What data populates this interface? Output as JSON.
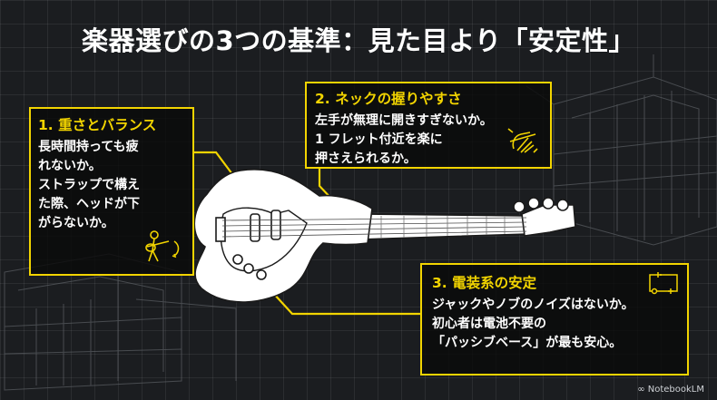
{
  "title": "楽器選びの3つの基準：見た目より「安定性」",
  "sections": [
    {
      "heading": "1. 重さとバランス",
      "lines": [
        "長時間持っても疲",
        "れないか。",
        "ストラップで構え",
        "た際、ヘッドが下",
        "がらないか。"
      ]
    },
    {
      "heading": "2. ネックの握りやすさ",
      "lines": [
        "左手が無理に開きすぎないか。",
        "1 フレット付近を楽に",
        "押さえられるか。"
      ]
    },
    {
      "heading": "3. 電装系の安定",
      "lines": [
        "ジャックやノブのノイズはないか。",
        "初心者は電池不要の",
        "「パッシブベース」が最も安心。"
      ]
    }
  ],
  "brand": "NotebookLM",
  "icons": [
    "guitar-player-icon",
    "hand-grip-icon",
    "circuit-icon",
    "notebooklm-logo-icon"
  ],
  "colors": {
    "accent": "#f2d400",
    "background": "#1b1d20",
    "guitar": "#ffffff",
    "text": "#ffffff"
  }
}
